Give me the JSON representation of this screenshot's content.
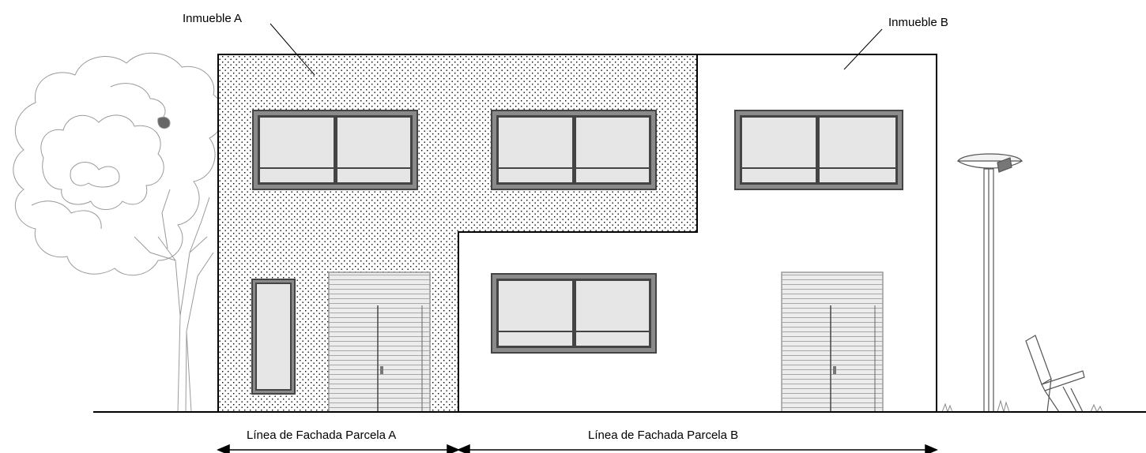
{
  "labels": {
    "building_a": "Inmueble A",
    "building_b": "Inmueble B",
    "frontage_a": "Línea de Fachada Parcela A",
    "frontage_b": "Línea de Fachada Parcela B"
  },
  "colors": {
    "line": "#000000",
    "frame_dark": "#444444",
    "frame_mid": "#8a8a8a",
    "glass": "#e6e6e6",
    "shutter": "#d9d9d9",
    "tree": "#9a9a9a"
  }
}
